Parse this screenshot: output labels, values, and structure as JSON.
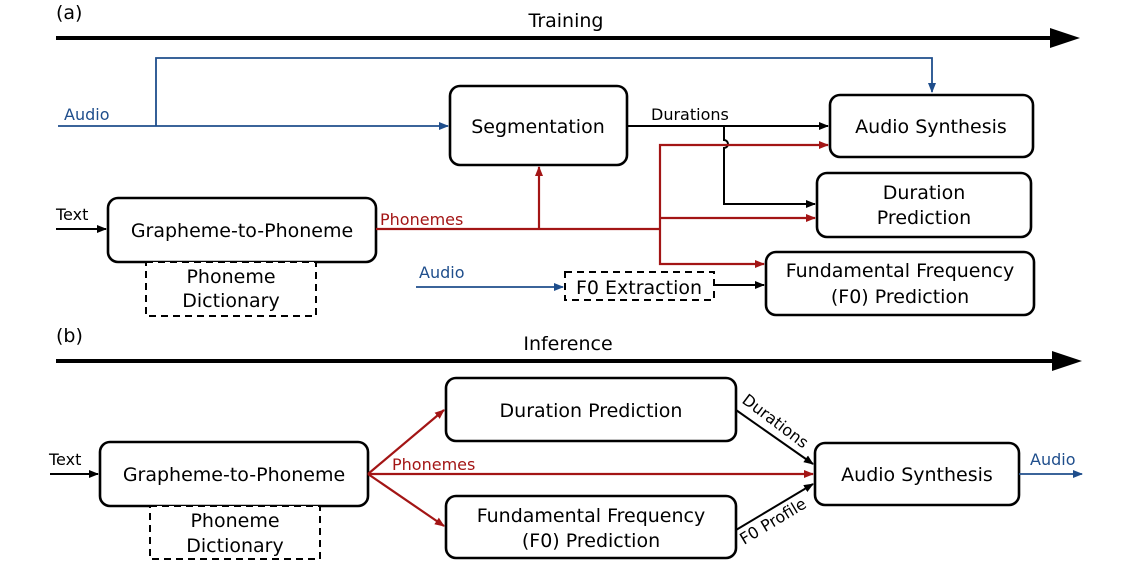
{
  "panel_a": {
    "tag": "(a)",
    "phase": "Training",
    "text_input": "Text",
    "audio_input_1": "Audio",
    "audio_input_2": "Audio",
    "g2p": "Grapheme-to-Phoneme",
    "dict_1": "Phoneme",
    "dict_2": "Dictionary",
    "segmentation": "Segmentation",
    "durations": "Durations",
    "phonemes": "Phonemes",
    "audio_synthesis": "Audio Synthesis",
    "duration_pred_1": "Duration",
    "duration_pred_2": "Prediction",
    "f0_extraction": "F0 Extraction",
    "f0_pred_1": "Fundamental Frequency",
    "f0_pred_2": "(F0) Prediction"
  },
  "panel_b": {
    "tag": "(b)",
    "phase": "Inference",
    "text_input": "Text",
    "g2p": "Grapheme-to-Phoneme",
    "dict_1": "Phoneme",
    "dict_2": "Dictionary",
    "duration_pred": "Duration Prediction",
    "f0_pred_1": "Fundamental Frequency",
    "f0_pred_2": "(F0) Prediction",
    "phonemes": "Phonemes",
    "audio_synthesis": "Audio Synthesis",
    "durations": "Durations",
    "f0_profile": "F0 Profile",
    "audio_output": "Audio"
  },
  "colors": {
    "phoneme_flow": "#a31515",
    "audio_flow": "#1f4e8c",
    "default": "#000000"
  }
}
